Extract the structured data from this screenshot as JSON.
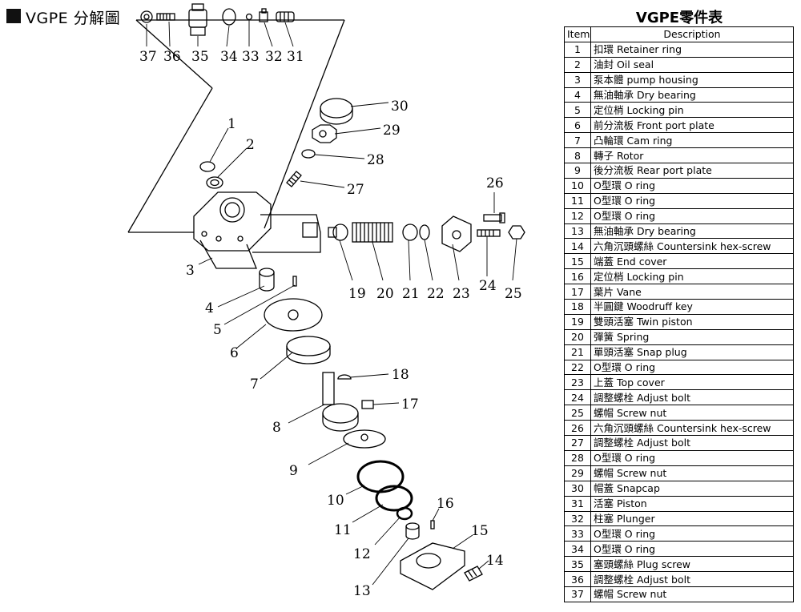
{
  "diagram": {
    "title": "VGPE 分解圖",
    "callouts": [
      "37",
      "36",
      "35",
      "34",
      "33",
      "32",
      "31",
      "30",
      "29",
      "28",
      "27",
      "26",
      "1",
      "2",
      "3",
      "19",
      "20",
      "21",
      "22",
      "23",
      "24",
      "25",
      "4",
      "5",
      "6",
      "7",
      "18",
      "17",
      "8",
      "9",
      "10",
      "11",
      "12",
      "13",
      "14",
      "15",
      "16"
    ]
  },
  "table": {
    "title": "VGPE零件表",
    "headers": {
      "item": "Item",
      "description": "Description"
    },
    "rows": [
      {
        "item": "1",
        "description": "扣環  Retainer ring"
      },
      {
        "item": "2",
        "description": "油封 Oil seal"
      },
      {
        "item": "3",
        "description": "泵本體 pump housing"
      },
      {
        "item": "4",
        "description": "無油軸承 Dry bearing"
      },
      {
        "item": "5",
        "description": "定位梢 Locking pin"
      },
      {
        "item": "6",
        "description": "前分流板 Front port plate"
      },
      {
        "item": "7",
        "description": "凸輪環 Cam ring"
      },
      {
        "item": "8",
        "description": "轉子 Rotor"
      },
      {
        "item": "9",
        "description": "後分流板 Rear port plate"
      },
      {
        "item": "10",
        "description": "O型環 O ring"
      },
      {
        "item": "11",
        "description": "O型環 O ring"
      },
      {
        "item": "12",
        "description": "O型環 O ring"
      },
      {
        "item": "13",
        "description": "無油軸承 Dry bearing"
      },
      {
        "item": "14",
        "description": "六角沉頭螺絲 Countersink hex-screw"
      },
      {
        "item": "15",
        "description": "端蓋 End cover"
      },
      {
        "item": "16",
        "description": "定位梢 Locking pin"
      },
      {
        "item": "17",
        "description": "葉片 Vane"
      },
      {
        "item": "18",
        "description": "半圓鍵 Woodruff key"
      },
      {
        "item": "19",
        "description": "雙頭活塞 Twin piston"
      },
      {
        "item": "20",
        "description": "彈簧 Spring"
      },
      {
        "item": "21",
        "description": "單頭活塞 Snap plug"
      },
      {
        "item": "22",
        "description": "O型環 O ring"
      },
      {
        "item": "23",
        "description": "上蓋 Top cover"
      },
      {
        "item": "24",
        "description": "調整螺栓 Adjust bolt"
      },
      {
        "item": "25",
        "description": "螺帽 Screw nut"
      },
      {
        "item": "26",
        "description": "六角沉頭螺絲 Countersink hex-screw"
      },
      {
        "item": "27",
        "description": "調整螺栓 Adjust bolt"
      },
      {
        "item": "28",
        "description": "O型環 O ring"
      },
      {
        "item": "29",
        "description": "螺帽 Screw nut"
      },
      {
        "item": "30",
        "description": "帽蓋 Snapcap"
      },
      {
        "item": "31",
        "description": "活塞 Piston"
      },
      {
        "item": "32",
        "description": "柱塞 Plunger"
      },
      {
        "item": "33",
        "description": "O型環 O ring"
      },
      {
        "item": "34",
        "description": "O型環 O ring"
      },
      {
        "item": "35",
        "description": "塞頭螺絲 Plug screw"
      },
      {
        "item": "36",
        "description": "調整螺栓 Adjust bolt"
      },
      {
        "item": "37",
        "description": "螺帽 Screw nut"
      }
    ]
  }
}
